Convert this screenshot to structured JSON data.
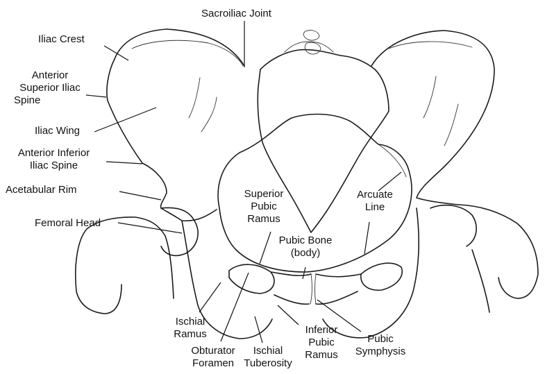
{
  "labels": {
    "sacroiliac_joint": "Sacroiliac Joint",
    "iliac_crest": "Iliac Crest",
    "anterior_superior_iliac_spine": [
      "Anterior",
      "Superior Iliac",
      "Spine"
    ],
    "iliac_wing": "Iliac Wing",
    "anterior_inferior_iliac_spine": [
      "Anterior Inferior",
      "Iliac Spine"
    ],
    "acetabular_rim": "Acetabular Rim",
    "femoral_head": "Femoral Head",
    "superior_pubic_ramus": [
      "Superior",
      "Pubic",
      "Ramus"
    ],
    "arcuate_line": [
      "Arcuate",
      "Line"
    ],
    "pubic_bone_body": [
      "Pubic Bone",
      "(body)"
    ],
    "ischial_ramus": [
      "Ischial",
      "Ramus"
    ],
    "obturator_foramen": [
      "Obturator",
      "Foramen"
    ],
    "ischial_tuberosity": [
      "Ischial",
      "Tuberosity"
    ],
    "inferior_pubic_ramus": [
      "Inferior",
      "Pubic",
      "Ramus"
    ],
    "pubic_symphysis": [
      "Pubic",
      "Symphysis"
    ]
  }
}
